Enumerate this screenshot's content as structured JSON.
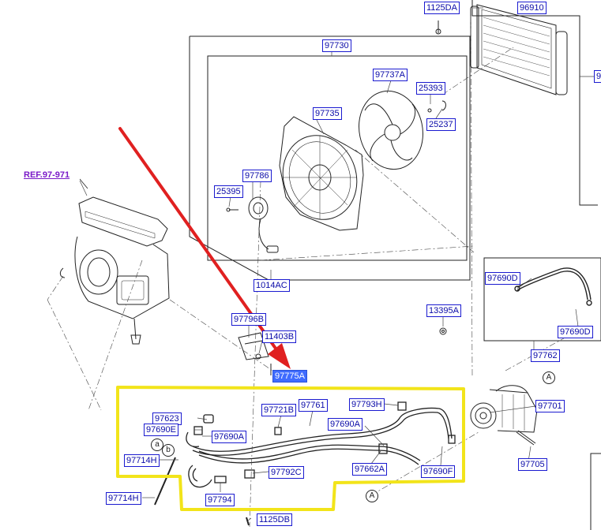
{
  "diagram": {
    "reference_link": "REF.97-971",
    "part_labels": {
      "p1125DA": "1125DA",
      "p96910": "96910",
      "p97730": "97730",
      "p97737A": "97737A",
      "p25393": "25393",
      "p97735": "97735",
      "p25237": "25237",
      "p97786": "97786",
      "p25395": "25395",
      "p1014AC": "1014AC",
      "p97690D_a": "97690D",
      "p13395A": "13395A",
      "p97690D_b": "97690D",
      "p97762": "97762",
      "p97796B": "97796B",
      "p11403B": "11403B",
      "p97775A": "97775A",
      "p97701": "97701",
      "p97623": "97623",
      "p97690E": "97690E",
      "p97721B": "97721B",
      "p97761": "97761",
      "p97793H": "97793H",
      "p97690A_a": "97690A",
      "p97690A_b": "97690A",
      "p97714H_a": "97714H",
      "p97792C": "97792C",
      "p97662A": "97662A",
      "p97690F": "97690F",
      "p97705": "97705",
      "p97714H_b": "97714H",
      "p97794": "97794",
      "p1125DB": "1125DB",
      "p9_cut": "9"
    },
    "callouts": {
      "a": "a",
      "b": "b",
      "A1": "A",
      "A2": "A"
    },
    "colors": {
      "label_text": "#0a0aa8",
      "label_border": "#1a1ad0",
      "highlight_bg": "#3f6cff",
      "arrow": "#e02020",
      "selection_outline": "#f2e41a",
      "ref_link": "#7a1ac8"
    }
  }
}
